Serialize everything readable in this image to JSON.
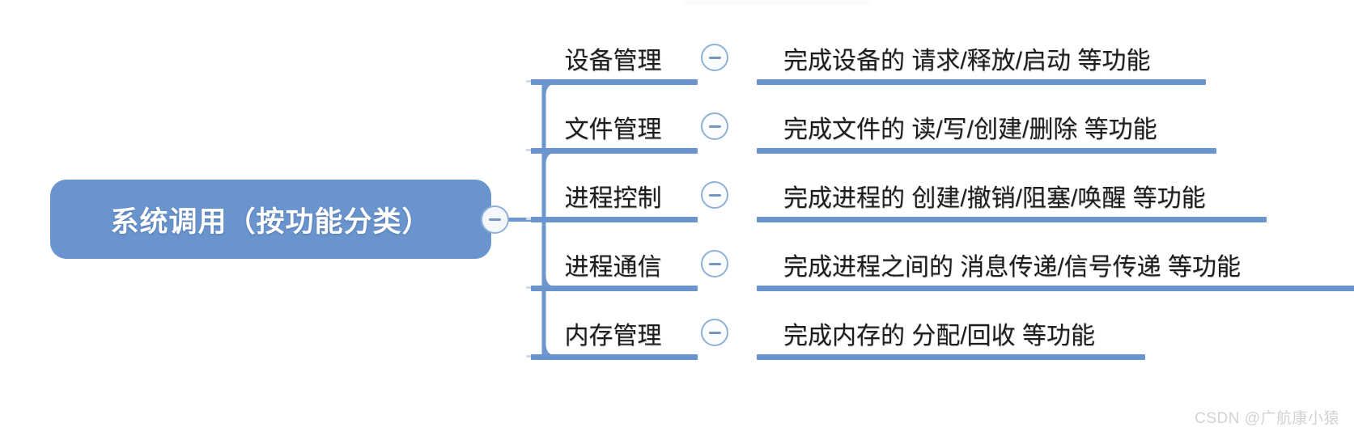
{
  "diagram": {
    "type": "mindmap",
    "root": {
      "label": "系统调用（按功能分类）",
      "collapse_icon": "minus-circle-icon",
      "fill_color": "#6a94cd",
      "text_color": "#ffffff"
    },
    "accent_color": "#6a94cd",
    "connector_color": "#6f97cf",
    "branches": [
      {
        "label": "设备管理",
        "collapse_icon": "minus-circle-icon",
        "detail": "完成设备的 请求/释放/启动 等功能"
      },
      {
        "label": "文件管理",
        "collapse_icon": "minus-circle-icon",
        "detail": "完成文件的 读/写/创建/删除 等功能"
      },
      {
        "label": "进程控制",
        "collapse_icon": "minus-circle-icon",
        "detail": "完成进程的 创建/撤销/阻塞/唤醒 等功能"
      },
      {
        "label": "进程通信",
        "collapse_icon": "minus-circle-icon",
        "detail": "完成进程之间的 消息传递/信号传递 等功能"
      },
      {
        "label": "内存管理",
        "collapse_icon": "minus-circle-icon",
        "detail": "完成内存的 分配/回收 等功能"
      }
    ]
  },
  "watermark": {
    "text": "CSDN @广航康小猿"
  }
}
